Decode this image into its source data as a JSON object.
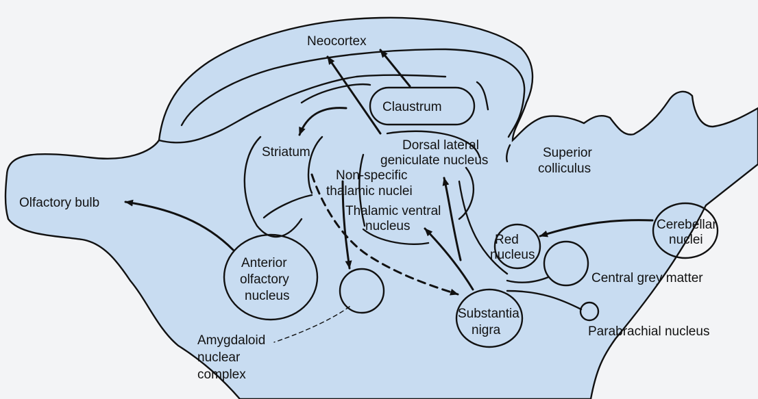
{
  "colors": {
    "background": "#f3f4f6",
    "brain_fill": "#c8dcf1",
    "line": "#111111"
  },
  "labels": {
    "neocortex": "Neocortex",
    "claustrum": "Claustrum",
    "striatum": "Striatum",
    "dorsal_lateral_1": "Dorsal lateral",
    "dorsal_lateral_2": "geniculate nucleus",
    "superior_colliculus_1": "Superior",
    "superior_colliculus_2": "colliculus",
    "non_specific_1": "Non-specific",
    "non_specific_2": "thalamic nuclei",
    "olfactory_bulb": "Olfactory bulb",
    "thalamic_ventral_1": "Thalamic ventral",
    "thalamic_ventral_2": "nucleus",
    "cerebellar_1": "Cerebellar",
    "cerebellar_2": "nuclei",
    "red_nucleus_1": "Red",
    "red_nucleus_2": "nucleus",
    "anterior_olfactory_1": "Anterior",
    "anterior_olfactory_2": "olfactory",
    "anterior_olfactory_3": "nucleus",
    "central_grey": "Central grey matter",
    "substantia_nigra_1": "Substantia",
    "substantia_nigra_2": "nigra",
    "parabrachial": "Parabrachial nucleus",
    "amygdaloid_1": "Amygdaloid",
    "amygdaloid_2": "nuclear",
    "amygdaloid_3": "complex"
  }
}
